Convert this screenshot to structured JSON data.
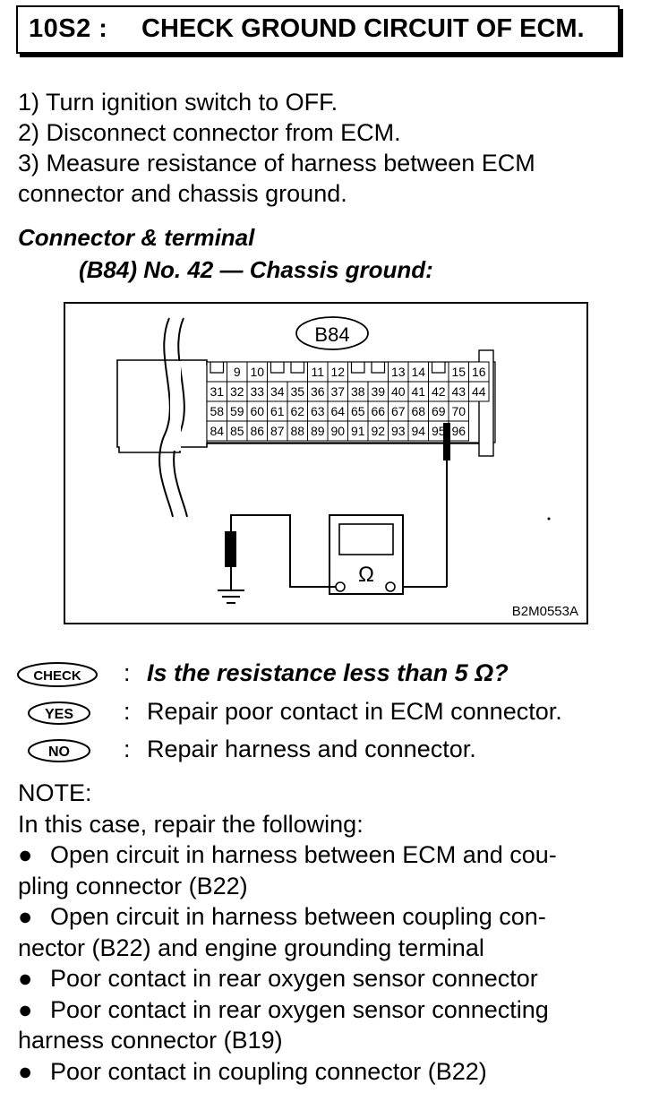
{
  "header": {
    "code": "10S2 :",
    "title": "CHECK GROUND CIRCUIT OF ECM."
  },
  "steps": [
    "1)  Turn ignition switch to OFF.",
    "2)  Disconnect connector from ECM.",
    "3)  Measure resistance of harness between ECM",
    "connector and chassis ground."
  ],
  "connector": {
    "heading": "Connector & terminal",
    "detail": "(B84) No. 42 — Chassis ground:"
  },
  "figure": {
    "connector_label": "B84",
    "figure_code": "B2M0553A",
    "ohm_symbol": "Ω",
    "pin_rows": [
      [
        "",
        "9",
        "10",
        "",
        "",
        "11",
        "12",
        "",
        "",
        "13",
        "14",
        "",
        "15",
        "16"
      ],
      [
        "31",
        "32",
        "33",
        "34",
        "35",
        "36",
        "37",
        "38",
        "39",
        "40",
        "41",
        "42",
        "43",
        "44"
      ],
      [
        "58",
        "59",
        "60",
        "61",
        "62",
        "63",
        "64",
        "65",
        "66",
        "67",
        "68",
        "69",
        "70"
      ],
      [
        "84",
        "85",
        "86",
        "87",
        "88",
        "89",
        "90",
        "91",
        "92",
        "93",
        "94",
        "95",
        "96"
      ]
    ]
  },
  "qa": {
    "check_badge": "CHECK",
    "yes_badge": "YES",
    "no_badge": "NO",
    "colon": ":",
    "question": "Is the resistance less than 5 Ω?",
    "yes_answer": "Repair poor contact in ECM connector.",
    "no_answer": "Repair harness and connector."
  },
  "note": {
    "label": "NOTE:",
    "intro": "In this case, repair the following:",
    "bullet": "●",
    "items": [
      [
        "Open circuit in harness between ECM and cou-",
        "pling connector (B22)"
      ],
      [
        "Open circuit in harness between coupling con-",
        "nector (B22) and engine grounding terminal"
      ],
      [
        "Poor contact in rear oxygen sensor connector"
      ],
      [
        "Poor contact in rear oxygen sensor connecting",
        "harness connector (B19)"
      ],
      [
        "Poor contact in coupling connector (B22)"
      ]
    ]
  }
}
